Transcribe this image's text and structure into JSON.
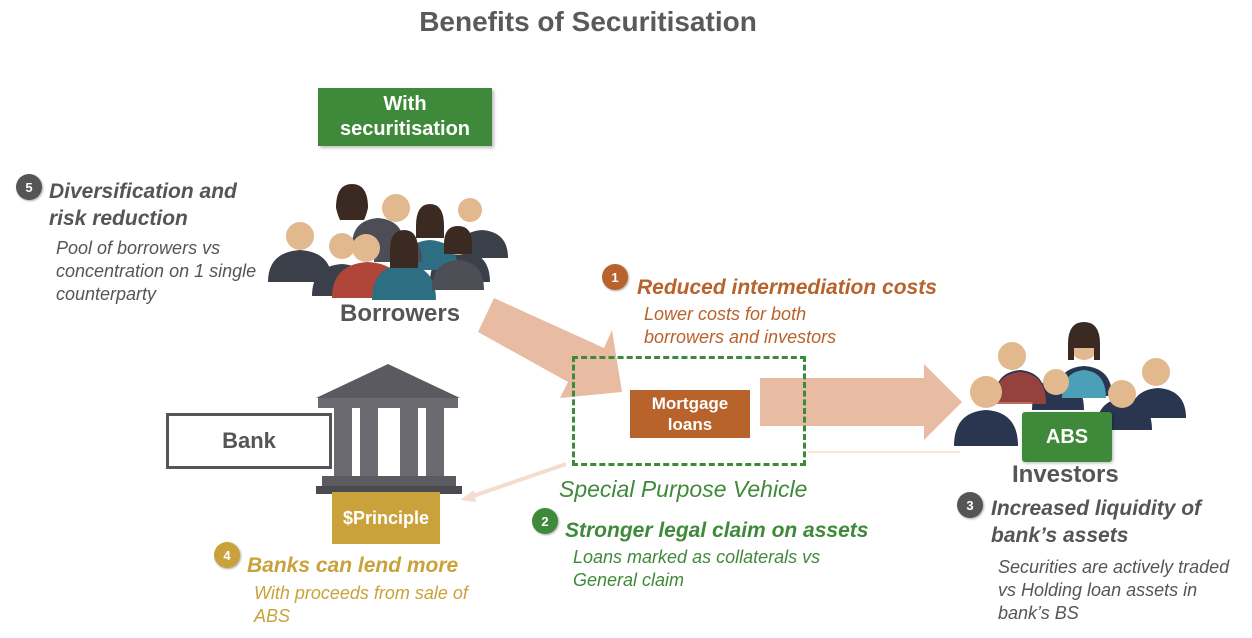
{
  "title": "Benefits of Securitisation",
  "with_securitisation": "With securitisation",
  "labels": {
    "borrowers": "Borrowers",
    "investors": "Investors",
    "bank": "Bank",
    "mortgage_loans": "Mortgage loans",
    "spv": "Special Purpose Vehicle",
    "principle": "$Principle",
    "abs": "ABS"
  },
  "benefits": [
    {
      "number": "1",
      "heading": "Reduced intermediation costs",
      "detail": "Lower costs for both borrowers and investors",
      "color": "#b8622c"
    },
    {
      "number": "2",
      "heading": "Stronger legal claim on assets",
      "detail": "Loans marked as collaterals vs General claim",
      "color": "#3f8a3a"
    },
    {
      "number": "3",
      "heading": "Increased liquidity of bank’s assets",
      "detail": "Securities are actively traded vs Holding loan assets in bank’s BS",
      "color": "#555555"
    },
    {
      "number": "4",
      "heading": "Banks can lend more",
      "detail": "With proceeds from sale of ABS",
      "color": "#c9a23b"
    },
    {
      "number": "5",
      "heading": "Diversification and risk reduction",
      "detail": "Pool of borrowers vs concentration on 1 single counterparty",
      "color": "#555555"
    }
  ],
  "colors": {
    "green": "#3f8a3a",
    "orange": "#b8622c",
    "gold": "#c9a23b",
    "arrow": "#e8bca2",
    "dark": "#555555"
  }
}
